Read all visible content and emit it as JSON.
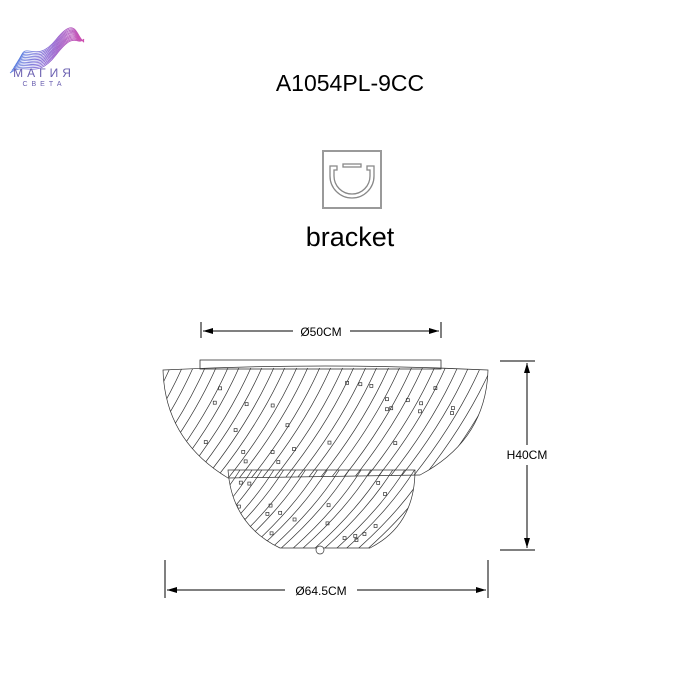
{
  "logo": {
    "name": "МАГИЯ",
    "subtitle": "СВЕТА"
  },
  "model": "A1054PL-9CC",
  "mount": {
    "icon": "bracket-icon",
    "label": "bracket"
  },
  "dimensions": {
    "top_diameter": "Ø50CM",
    "bottom_diameter": "Ø64.5CM",
    "height": "H40CM"
  }
}
